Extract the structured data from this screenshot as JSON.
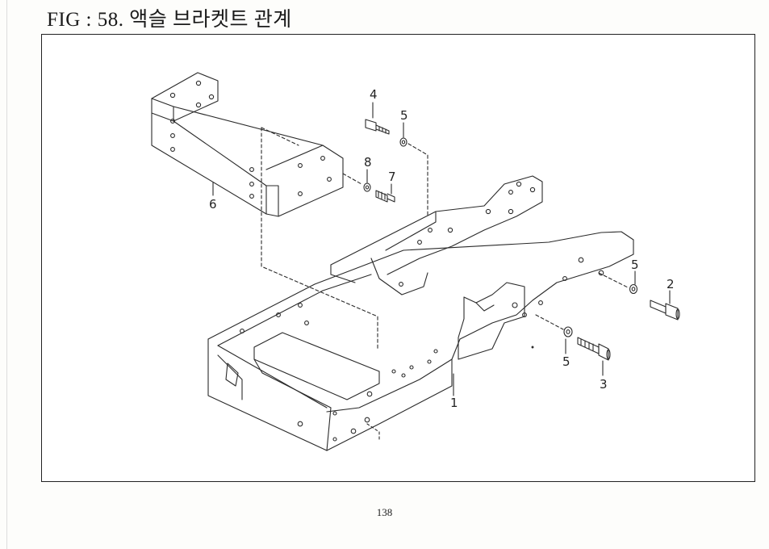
{
  "document": {
    "title": "FIG : 58. 액슬 브라켓트 관계",
    "page_number": "138"
  },
  "callouts": {
    "main_frame": "1",
    "bolt_right_upper": "2",
    "bolt_right_lower": "3",
    "bolt_top": "4",
    "washer_top": "5",
    "washer_right_upper": "5",
    "washer_right_lower": "5",
    "bracket": "6",
    "bolt_bracket": "7",
    "washer_bracket": "8"
  }
}
